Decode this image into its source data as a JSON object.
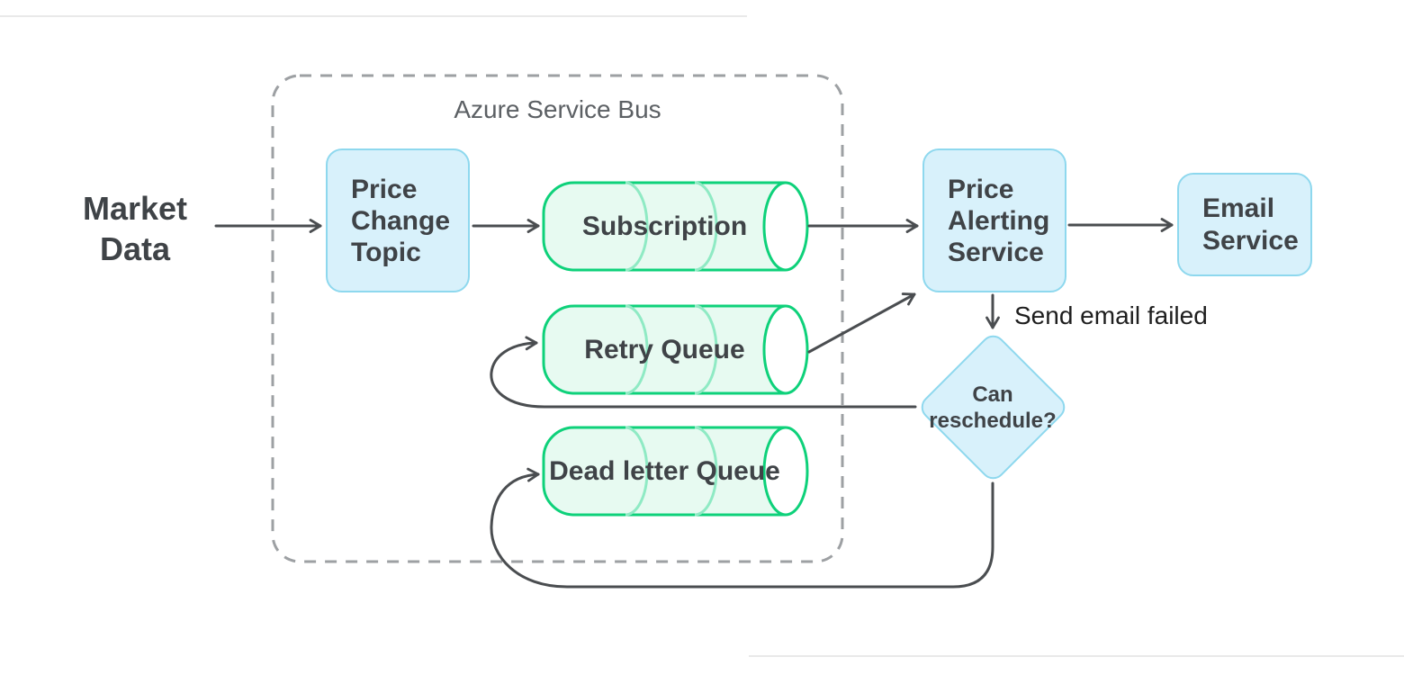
{
  "container": {
    "label": "Azure Service Bus"
  },
  "nodes": {
    "market_data": {
      "label": "Market\nData"
    },
    "price_change_topic": {
      "label": "Price\nChange\nTopic"
    },
    "subscription": {
      "label": "Subscription"
    },
    "retry_queue": {
      "label": "Retry Queue"
    },
    "dead_letter_queue": {
      "label": "Dead letter Queue"
    },
    "price_alerting_service": {
      "label": "Price\nAlerting\nService"
    },
    "email_service": {
      "label": "Email\nService"
    },
    "can_reschedule": {
      "label": "Can\nreschedule?"
    }
  },
  "edges": {
    "send_email_failed_label": "Send email failed"
  },
  "colors": {
    "line": "#4a4d50",
    "dashed": "#9da0a3",
    "node_fill": "#d8f1fb",
    "node_border": "#8ed8ee",
    "queue_fill": "#e7faf1",
    "queue_border": "#0ed17a",
    "queue_arc": "#8feac4",
    "text_dark": "#3f4347",
    "text_gray": "#5c6064",
    "label_black": "#1e1e1e"
  }
}
